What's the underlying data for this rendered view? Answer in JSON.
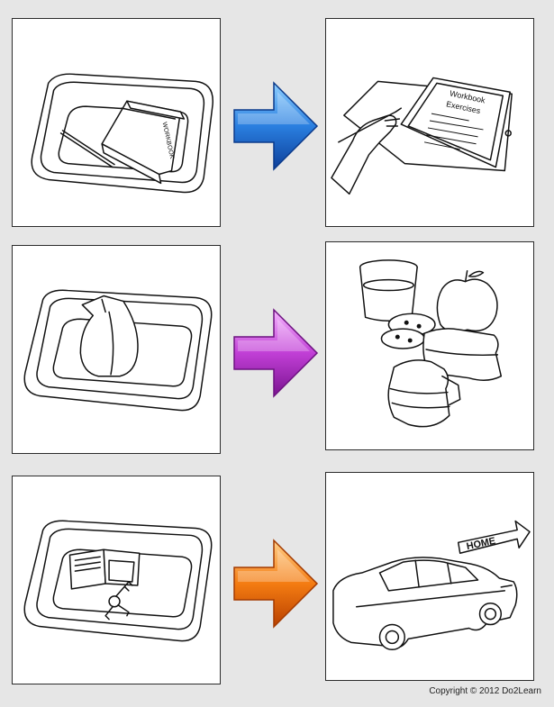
{
  "rows": [
    {
      "arrow_color": "#1b64c8",
      "left": {
        "book_spine_text": "WORKBOOK"
      },
      "right": {
        "workbook_line1": "Workbook",
        "workbook_line2": "Exercises"
      }
    },
    {
      "arrow_color": "#b326c4"
    },
    {
      "arrow_color": "#ec6a0c",
      "right": {
        "sign_text": "HOME"
      }
    }
  ],
  "footer": {
    "copyright": "Copyright © 2012 Do2Learn"
  }
}
